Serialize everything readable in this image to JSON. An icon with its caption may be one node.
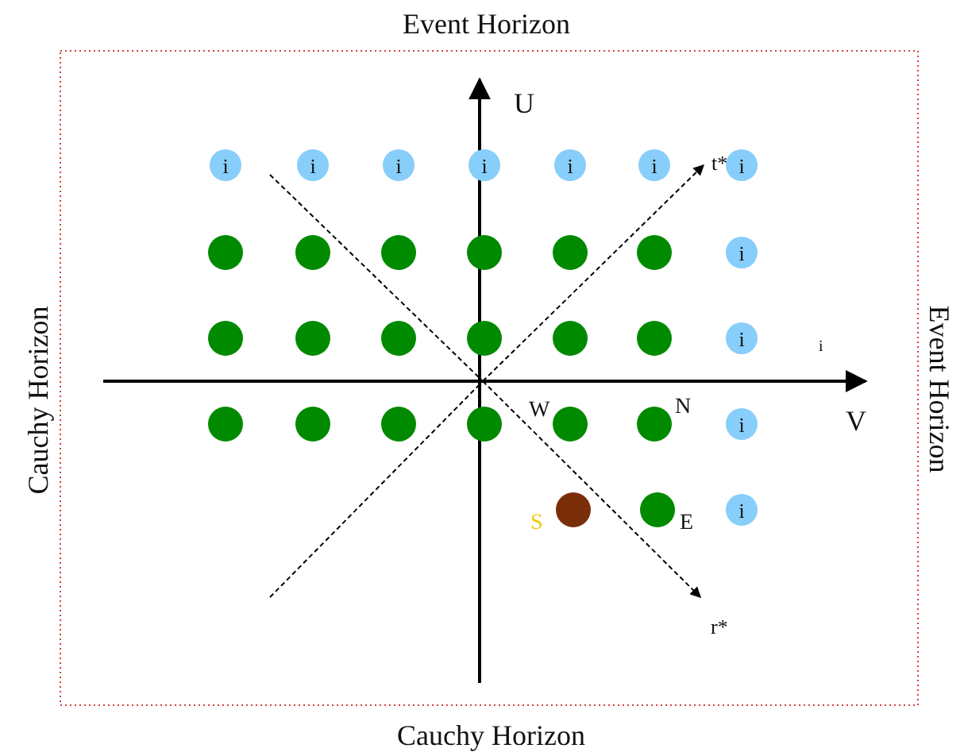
{
  "diagram": {
    "nodes": [
      {
        "text": [
          "i"
        ]
      },
      {
        "text": [
          "i"
        ]
      },
      {
        "text": [
          "i"
        ]
      },
      {
        "text": [
          "i"
        ]
      },
      {
        "text": [
          "i"
        ]
      },
      {
        "text": [
          "i"
        ]
      },
      {
        "text": [
          "i"
        ]
      },
      {
        "text": [],
        "shape": "circle"
      },
      {
        "text": [],
        "shape": "circle"
      },
      {
        "text": [],
        "shape": "circle"
      },
      {
        "text": [],
        "shape": "circle"
      },
      {
        "text": [],
        "shape": "circle"
      },
      {
        "text": [],
        "shape": "circle"
      },
      {
        "text": [
          "i"
        ]
      },
      {
        "text": [],
        "shape": "circle"
      },
      {
        "text": [],
        "shape": "circle"
      },
      {
        "text": [],
        "shape": "circle"
      },
      {
        "text": [],
        "shape": "circle"
      },
      {
        "text": [],
        "shape": "circle"
      },
      {
        "text": [],
        "shape": "circle"
      },
      {
        "text": [
          "i"
        ]
      },
      {
        "text": [],
        "shape": "circle"
      },
      {
        "text": [],
        "shape": "circle"
      },
      {
        "text": [],
        "shape": "circle"
      },
      {
        "text": [],
        "shape": "circle"
      },
      {
        "text": [],
        "shape": "circle",
        "beside": [
          "W"
        ]
      },
      {
        "text": [],
        "shape": "circle",
        "beside": [
          "N"
        ]
      },
      {
        "text": [
          "i"
        ]
      },
      {
        "text": [],
        "shape": "circle",
        "beside": [
          "S"
        ]
      },
      {
        "text": [],
        "shape": "circle",
        "beside": [
          "E"
        ]
      },
      {
        "text": [
          "i"
        ]
      }
    ],
    "edges": [],
    "labels": [
      "Event Horizon",
      "U",
      "t*",
      "i",
      "Cauchy Horizon",
      "Event Horizon",
      "V",
      "r*",
      "Cauchy Horizon"
    ]
  }
}
